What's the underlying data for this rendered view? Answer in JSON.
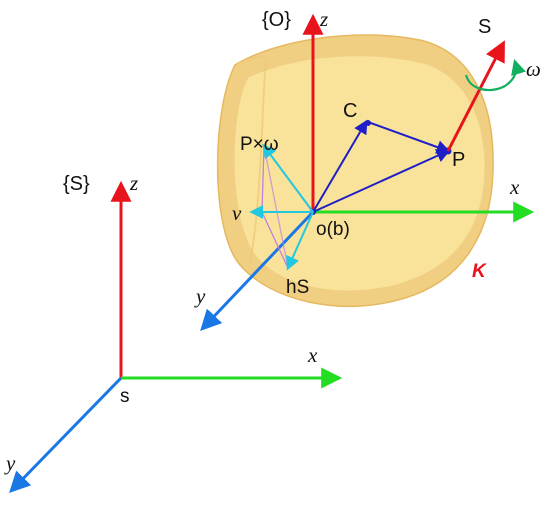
{
  "diagram": {
    "frame_space": {
      "label": "{S}",
      "origin_label": "s",
      "axis_x_label": "x",
      "axis_y_label": "y",
      "axis_z_label": "z"
    },
    "frame_body": {
      "label": "{O}",
      "origin_label": "o(b)",
      "axis_x_label": "x",
      "axis_y_label": "y",
      "axis_z_label": "z"
    },
    "body_label": "K",
    "points": {
      "c_label": "C",
      "p_label": "P"
    },
    "screw_axis_label": "S",
    "angular_velocity_label": "ω",
    "cross_product_label": "P×ω",
    "velocity_label": "v",
    "hs_label": "hS"
  },
  "colors": {
    "z_axis": "#e8141c",
    "x_axis": "#22dd22",
    "y_axis": "#1a78e6",
    "vectors": "#1f1fc8",
    "cyan_vectors": "#22c8e0",
    "omega_arc": "#10b060",
    "body_fill": "#f5d88a",
    "body_outer": "#f0c878",
    "body_label": "#e8141c",
    "parallelogram": "#c080e0"
  }
}
